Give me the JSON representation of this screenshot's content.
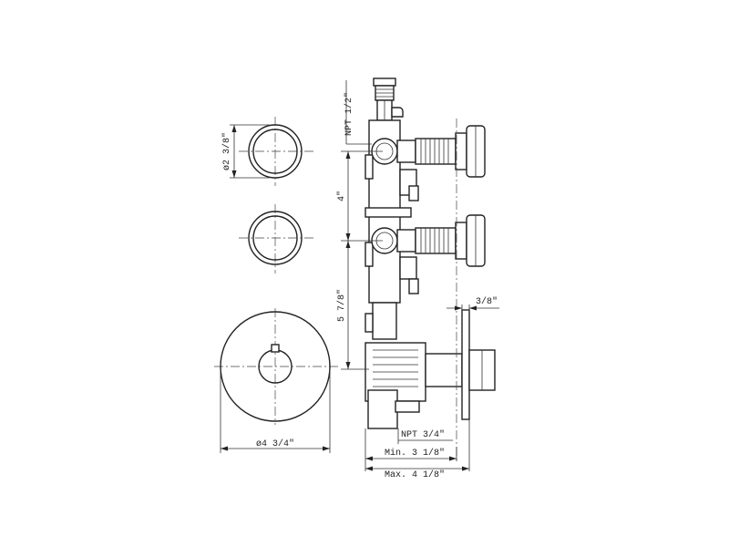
{
  "labels": {
    "handle_dia": "ø2 3/8\"",
    "plate_dia": "ø4 3/4\"",
    "npt_top": "NPT 1/2\"",
    "spacing_upper": "4\"",
    "spacing_lower": "5 7/8\"",
    "plate_thickness": "3/8\"",
    "npt_bottom": "NPT 3/4\"",
    "depth_min": "Min. 3 1/8\"",
    "depth_max": "Max. 4 1/8\""
  }
}
